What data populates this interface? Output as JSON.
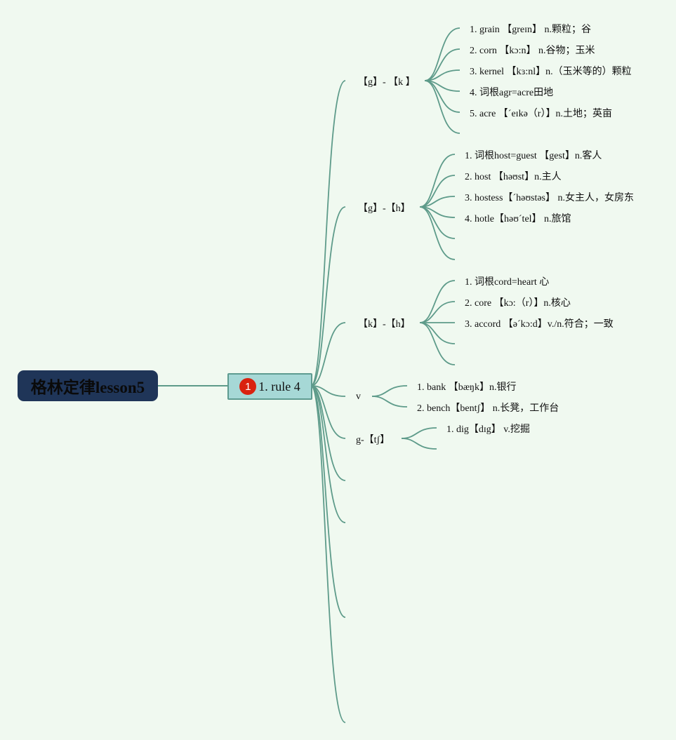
{
  "root": {
    "title": "格林定律lesson5"
  },
  "rule": {
    "badge": "1",
    "label": "1. rule 4"
  },
  "colors": {
    "line": "#5e9b8a",
    "root_bg": "#1f3558",
    "rule_bg": "#a6d8d6",
    "badge": "#d9220f",
    "background": "#f0f9f0"
  },
  "branches": [
    {
      "label": "【g】- 【k 】",
      "items": [
        "1. grain 【greɪn】 n.颗粒；谷",
        "2. corn 【kɔ:n】 n.谷物；玉米",
        "3. kernel 【kɜ:nl】n.（玉米等的）颗粒",
        "4. 词根agr=acre田地",
        "5. acre 【ˊeɪkə（r）】n.土地；英亩"
      ]
    },
    {
      "label": "【g】-【h】",
      "items": [
        "1. 词根host=guest 【gest】n.客人",
        "2. host 【həʊst】n.主人",
        "3. hostess【ˊhəʊstəs】 n.女主人，女房东",
        "4. hotle【həʊˊtel】 n.旅馆"
      ]
    },
    {
      "label": "【k】-【h】",
      "items": [
        "1. 词根cord=heart 心",
        "2. core 【kɔ:（r）】n.核心",
        "3. accord 【əˊkɔ:d】v./n.符合；一致"
      ]
    },
    {
      "label": "v",
      "items": [
        "1. bank 【bæŋk】n.银行",
        "2. bench【bentʃ】 n.长凳，工作台"
      ]
    },
    {
      "label": "g-【tʃ】",
      "items": [
        "1. dig【dɪg】 v.挖掘"
      ]
    }
  ]
}
